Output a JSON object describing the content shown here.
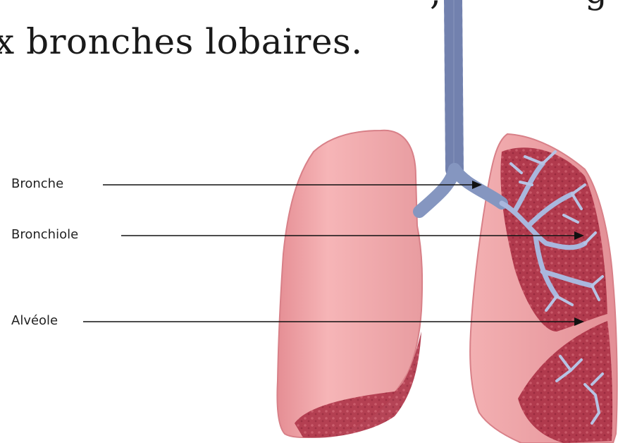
{
  "heading": {
    "text": "x bronches lobaires.",
    "clipped_text_top_left": ",",
    "clipped_text_top_right": "g"
  },
  "labels": {
    "bronche": "Bronche",
    "bronchiole": "Bronchiole",
    "alveole": "Alvéole"
  },
  "colors": {
    "lung_pink": "#eea1a1",
    "lung_dark": "#b84456",
    "airway_blue": "#8c9ec4",
    "leader_line": "#111111"
  }
}
